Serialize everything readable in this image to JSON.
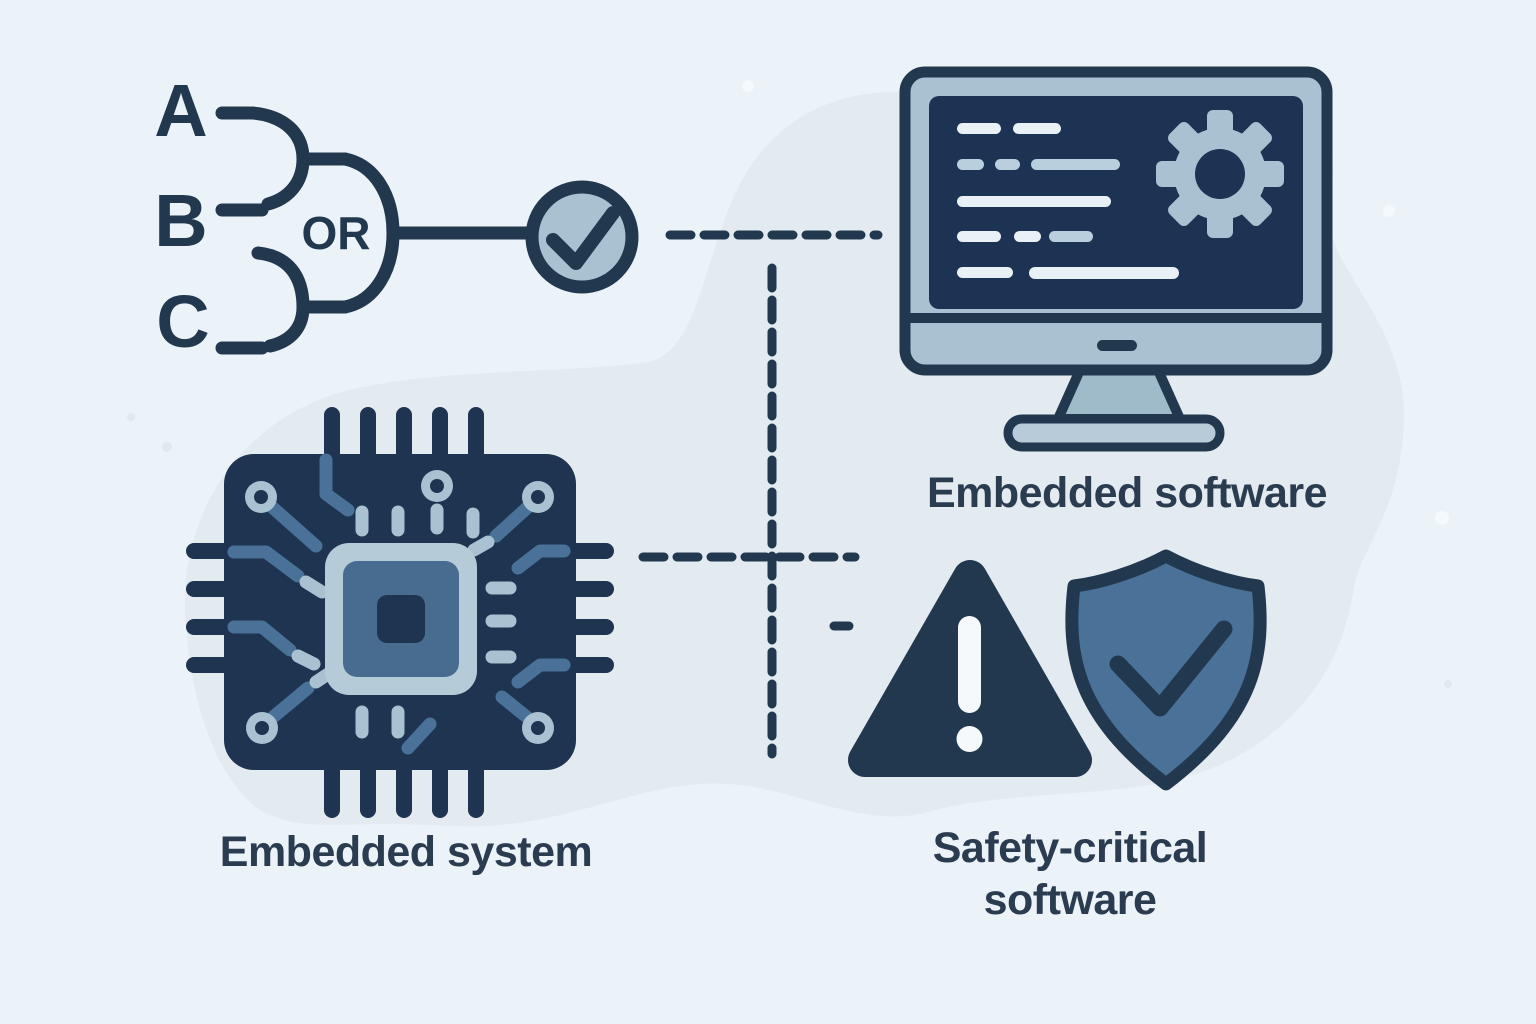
{
  "title": "Embedded and safety-critical software illustration",
  "labels": {
    "input_a": "A",
    "input_b": "B",
    "input_c": "C",
    "gate": "OR",
    "embedded_software": "Embedded software",
    "embedded_system": "Embedded system",
    "safety_critical_line1": "Safety-critical",
    "safety_critical_line2": "software"
  },
  "icons": {
    "or_gate": "or-gate-icon",
    "check_circle": "check-circle-icon",
    "monitor": "monitor-icon",
    "gear": "gear-icon",
    "code_lines": "code-lines-icon",
    "chip": "chip-icon",
    "warning_triangle": "warning-triangle-icon",
    "shield_check": "shield-check-icon",
    "dashed_connectors": "dashed-connector-lines"
  },
  "colors": {
    "background": "#ebf3f8",
    "blob": "#e3ebf1",
    "navy": "#22384f",
    "chip_body": "#1e3450",
    "screen": "#1d3353",
    "light_blue": "#a9c1d1",
    "mid_blue": "#4a7299",
    "mid_blue_dark": "#486c90",
    "frame_light": "#b5cbd8",
    "code_white": "#e9f1f6",
    "code_blue": "#b9cfdd",
    "stand": "#9fbac8",
    "base": "#b7ccd8",
    "white": "#f5f9fb",
    "text": "#2b3b50"
  }
}
